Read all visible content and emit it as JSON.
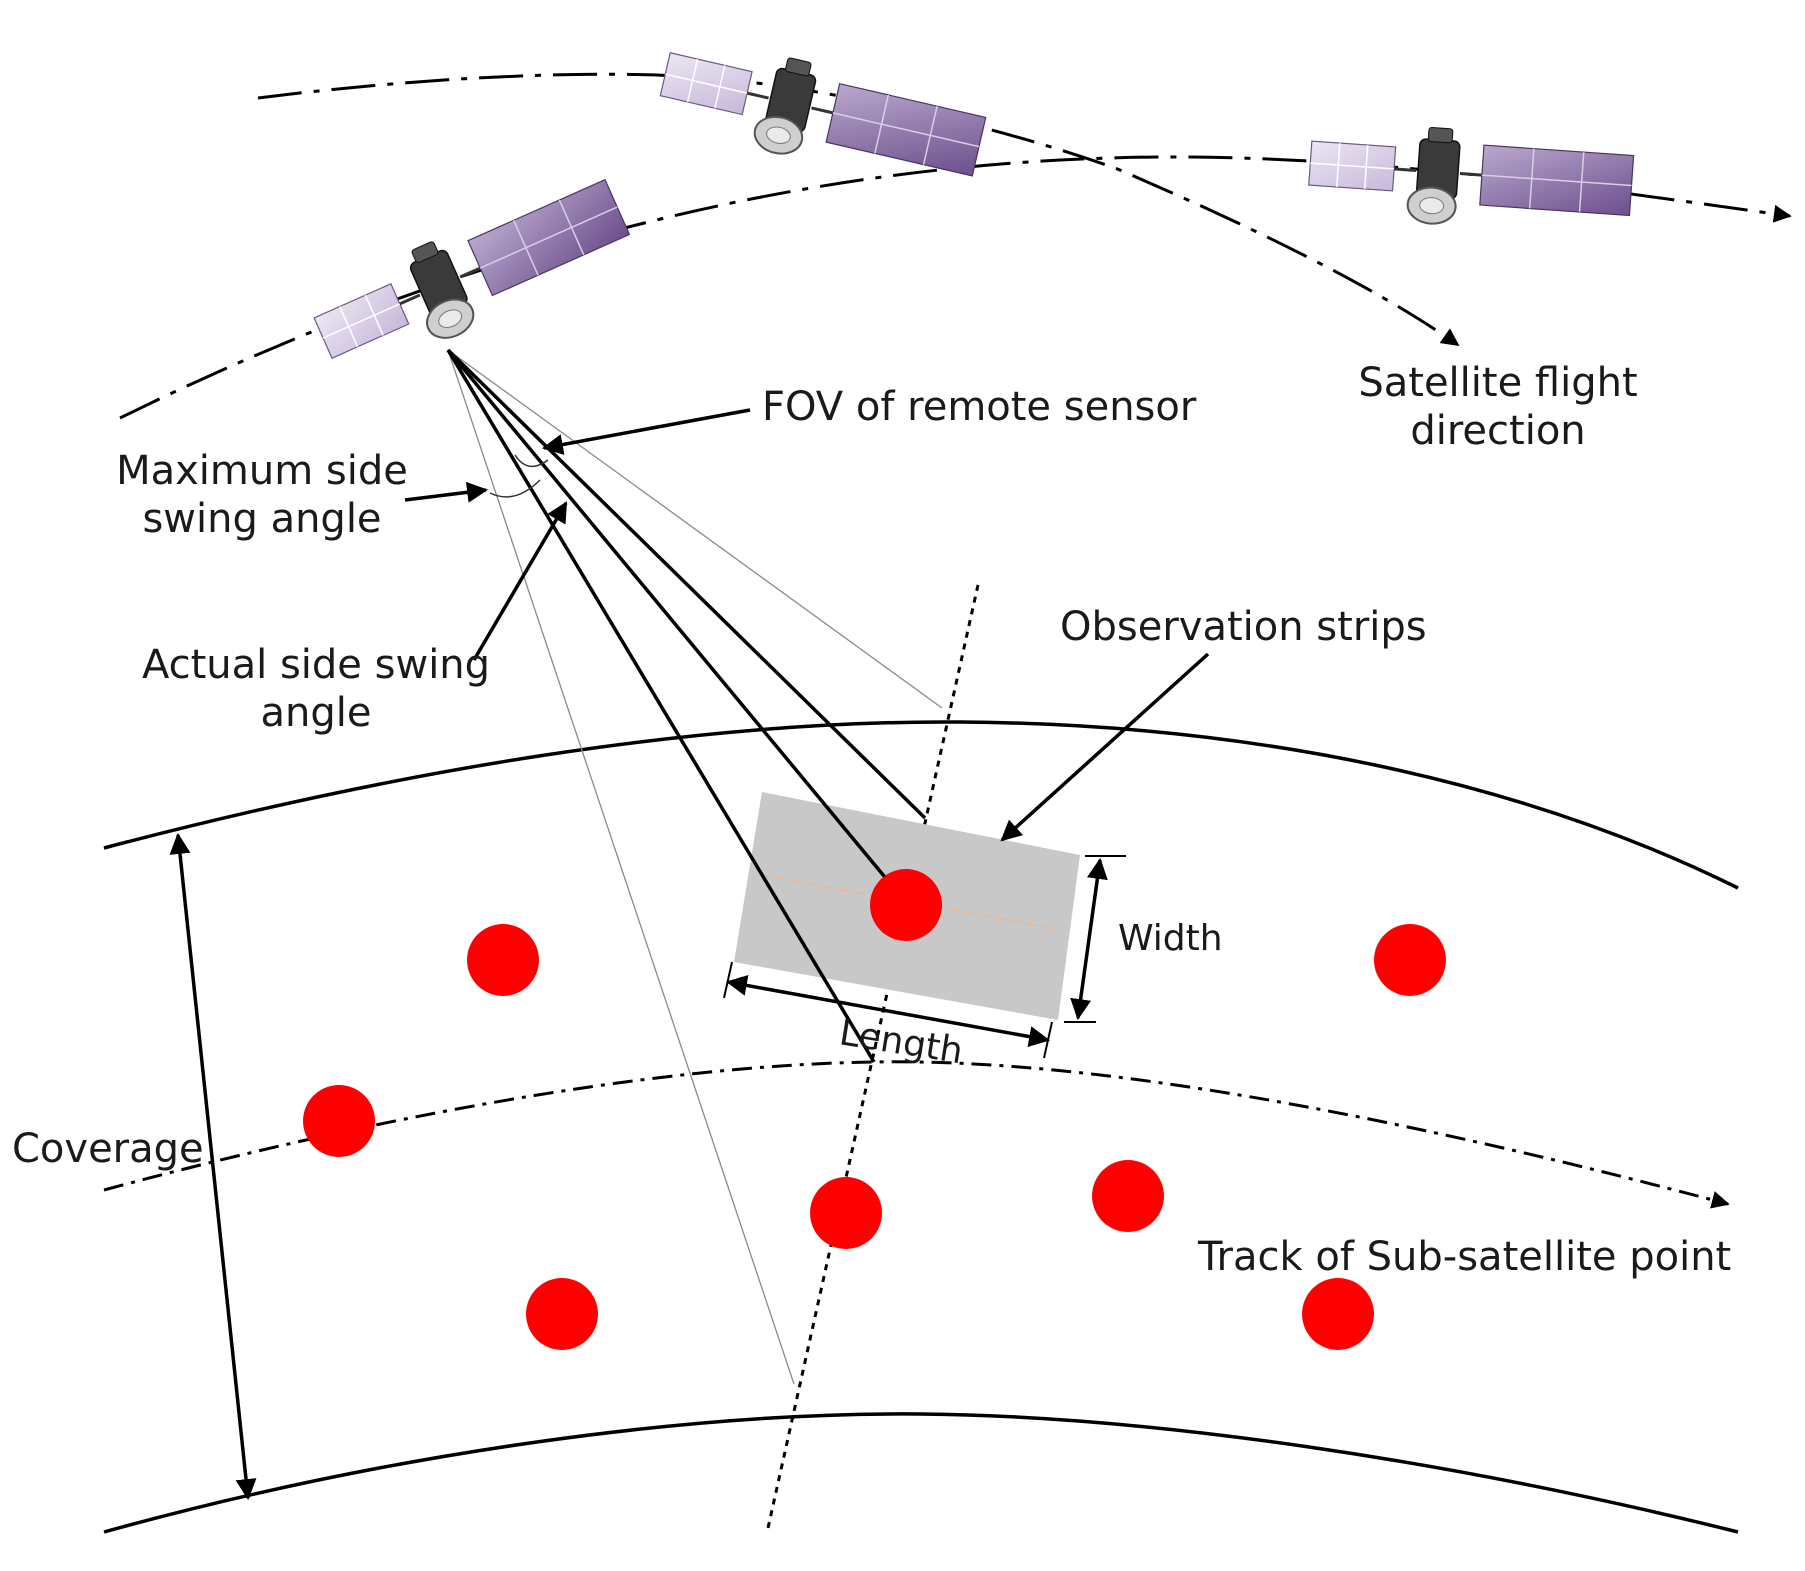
{
  "labels": {
    "fov": "FOV of remote sensor",
    "flight_direction_line1": "Satellite flight",
    "flight_direction_line2": "direction",
    "max_angle_line1": "Maximum side",
    "max_angle_line2": "swing angle",
    "actual_angle_line1": "Actual side swing",
    "actual_angle_line2": "angle",
    "observation_strips": "Observation strips",
    "width": "Width",
    "length": "Length",
    "coverage": "Coverage",
    "track": "Track of Sub-satellite point"
  },
  "colors": {
    "target": "#ff0000",
    "strip": "#c8c8c8",
    "panel_dark": "#7c5e99",
    "panel_light": "#d9cfe6",
    "body": "#2b2b2b"
  },
  "icons": [
    "satellite-icon"
  ]
}
